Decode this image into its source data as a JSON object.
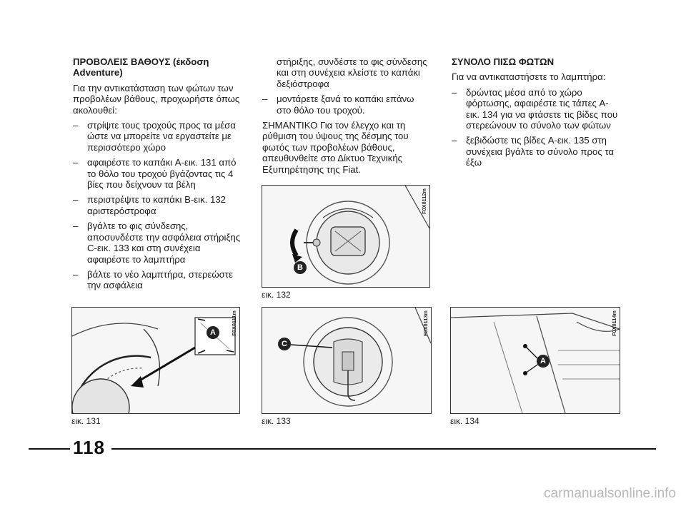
{
  "col1": {
    "heading": "ΠΡΟΒΟΛΕΙΣ ΒΑΘΟΥΣ (έκδοση Adventure)",
    "intro": "Για την αντικατάσταση των φώτων των προβολέων βάθους, προχωρήστε όπως ακολουθεί:",
    "items": [
      "στρίψτε τους τροχούς προς τα μέσα ώστε να μπορείτε να εργαστείτε με περισσότερο χώρο",
      "αφαιρέστε το καπάκι A-εικ. 131 από το θόλο του τροχού βγάζοντας τις 4 βίες που δείχνουν τα βέλη",
      "περιστρέψτε το καπάκι B-εικ. 132 αριστερόστροφα",
      "βγάλτε το φις σύνδεσης, αποσυνδέστε την ασφάλεια στήριξης C-εικ. 133 και στη συνέχεια αφαιρέστε το λαμπτήρα",
      "βάλτε το νέο λαμπτήρα, στερεώστε την ασφάλεια"
    ]
  },
  "col2": {
    "continuation": "στήριξης, συνδέστε το φις σύνδεσης και στη συνέχεια κλείστε το καπάκι δεξιόστροφα",
    "items": [
      "μοντάρετε ξανά το καπάκι επάνω στο θόλο του τροχού."
    ],
    "note": "ΣΗΜΑΝΤΙΚΟ Για τον έλεγχο και τη ρύθμιση του ύψους της δέσμης του φωτός των προβολέων βάθους, απευθυνθείτε στο Δίκτυο Τεχνικής Εξυπηρέτησης της Fiat."
  },
  "col3": {
    "heading": "ΣΥΝΟΛΟ ΠΙΣΩ ΦΩΤΩΝ",
    "intro": "Για να αντικαταστήσετε το λαμπτήρα:",
    "items": [
      "δρώντας μέσα από το χώρο φόρτωσης, αφαιρέστε τις τάπες A-εικ. 134 για να φτάσετε τις βίδες που στερεώνουν το σύνολο των φώτων",
      "ξεβιδώστε τις βίδες A-εικ. 135 στη συνέχεια βγάλτε το σύνολο προς τα έξω"
    ]
  },
  "figures": {
    "fig131": {
      "caption": "εικ. 131",
      "code": "F0X0111m",
      "label": "A"
    },
    "fig132": {
      "caption": "εικ. 132",
      "code": "F0X0112m",
      "label": "B"
    },
    "fig133": {
      "caption": "εικ. 133",
      "code": "F0X0113m",
      "label": "C"
    },
    "fig134": {
      "caption": "εικ. 134",
      "code": "F0X0114m",
      "label": "A"
    }
  },
  "page_number": "118",
  "watermark": "carmanualsonline.info"
}
